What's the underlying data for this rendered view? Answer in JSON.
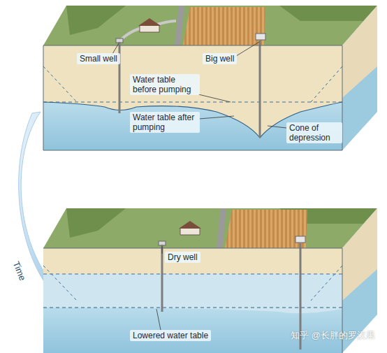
{
  "diagram": {
    "labels": [
      "Small well",
      "Big well",
      "Water table before pumping",
      "Water table after pumping",
      "Cone of depression",
      "Time",
      "Dry well",
      "Lowered water table",
      "知乎 @长胖的罗汉果"
    ]
  }
}
